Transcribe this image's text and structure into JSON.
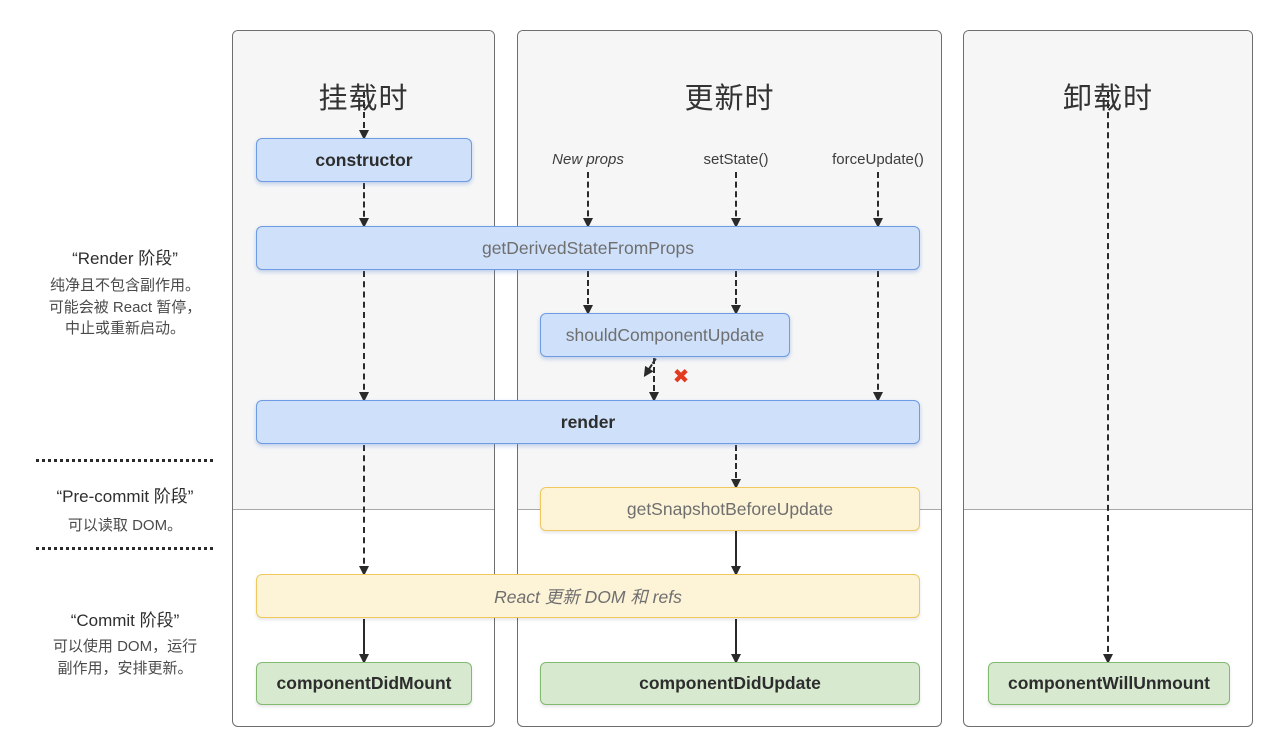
{
  "columns": [
    {
      "id": "mounting",
      "title": "挂载时"
    },
    {
      "id": "updating",
      "title": "更新时"
    },
    {
      "id": "unmounting",
      "title": "卸载时"
    }
  ],
  "sidebar": {
    "phases": [
      {
        "title": "“Render 阶段”",
        "lines": [
          "纯净且不包含副作用。",
          "可能会被 React 暂停，",
          "中止或重新启动。"
        ]
      },
      {
        "title": "“Pre-commit 阶段”",
        "lines": [
          "可以读取 DOM。"
        ]
      },
      {
        "title": "“Commit 阶段”",
        "lines": [
          "可以使用 DOM，运行",
          "副作用，安排更新。"
        ]
      }
    ]
  },
  "updaters": {
    "new_props": "New props",
    "set_state": "setState()",
    "force_update": "forceUpdate()"
  },
  "boxes": {
    "constructor": "constructor",
    "get_derived_state_from_props": "getDerivedStateFromProps",
    "should_component_update": "shouldComponentUpdate",
    "render": "render",
    "get_snapshot_before_update": "getSnapshotBeforeUpdate",
    "react_updates": "React 更新 DOM 和 refs",
    "component_did_mount": "componentDidMount",
    "component_did_update": "componentDidUpdate",
    "component_will_unmount": "componentWillUnmount"
  },
  "markers": {
    "no_update": "✖"
  },
  "colors": {
    "box_blue_bg": "#cee0fa",
    "box_blue_border": "#6e9be1",
    "box_yellow_bg": "#fdf3d7",
    "box_yellow_border": "#efc95f",
    "box_green_bg": "#d7ead0",
    "box_green_border": "#82b971",
    "phase_gray_bg": "#f6f6f6",
    "column_border": "#6e6e6e",
    "arrow": "#2a2a2a",
    "no_update_x": "#e23b22"
  }
}
